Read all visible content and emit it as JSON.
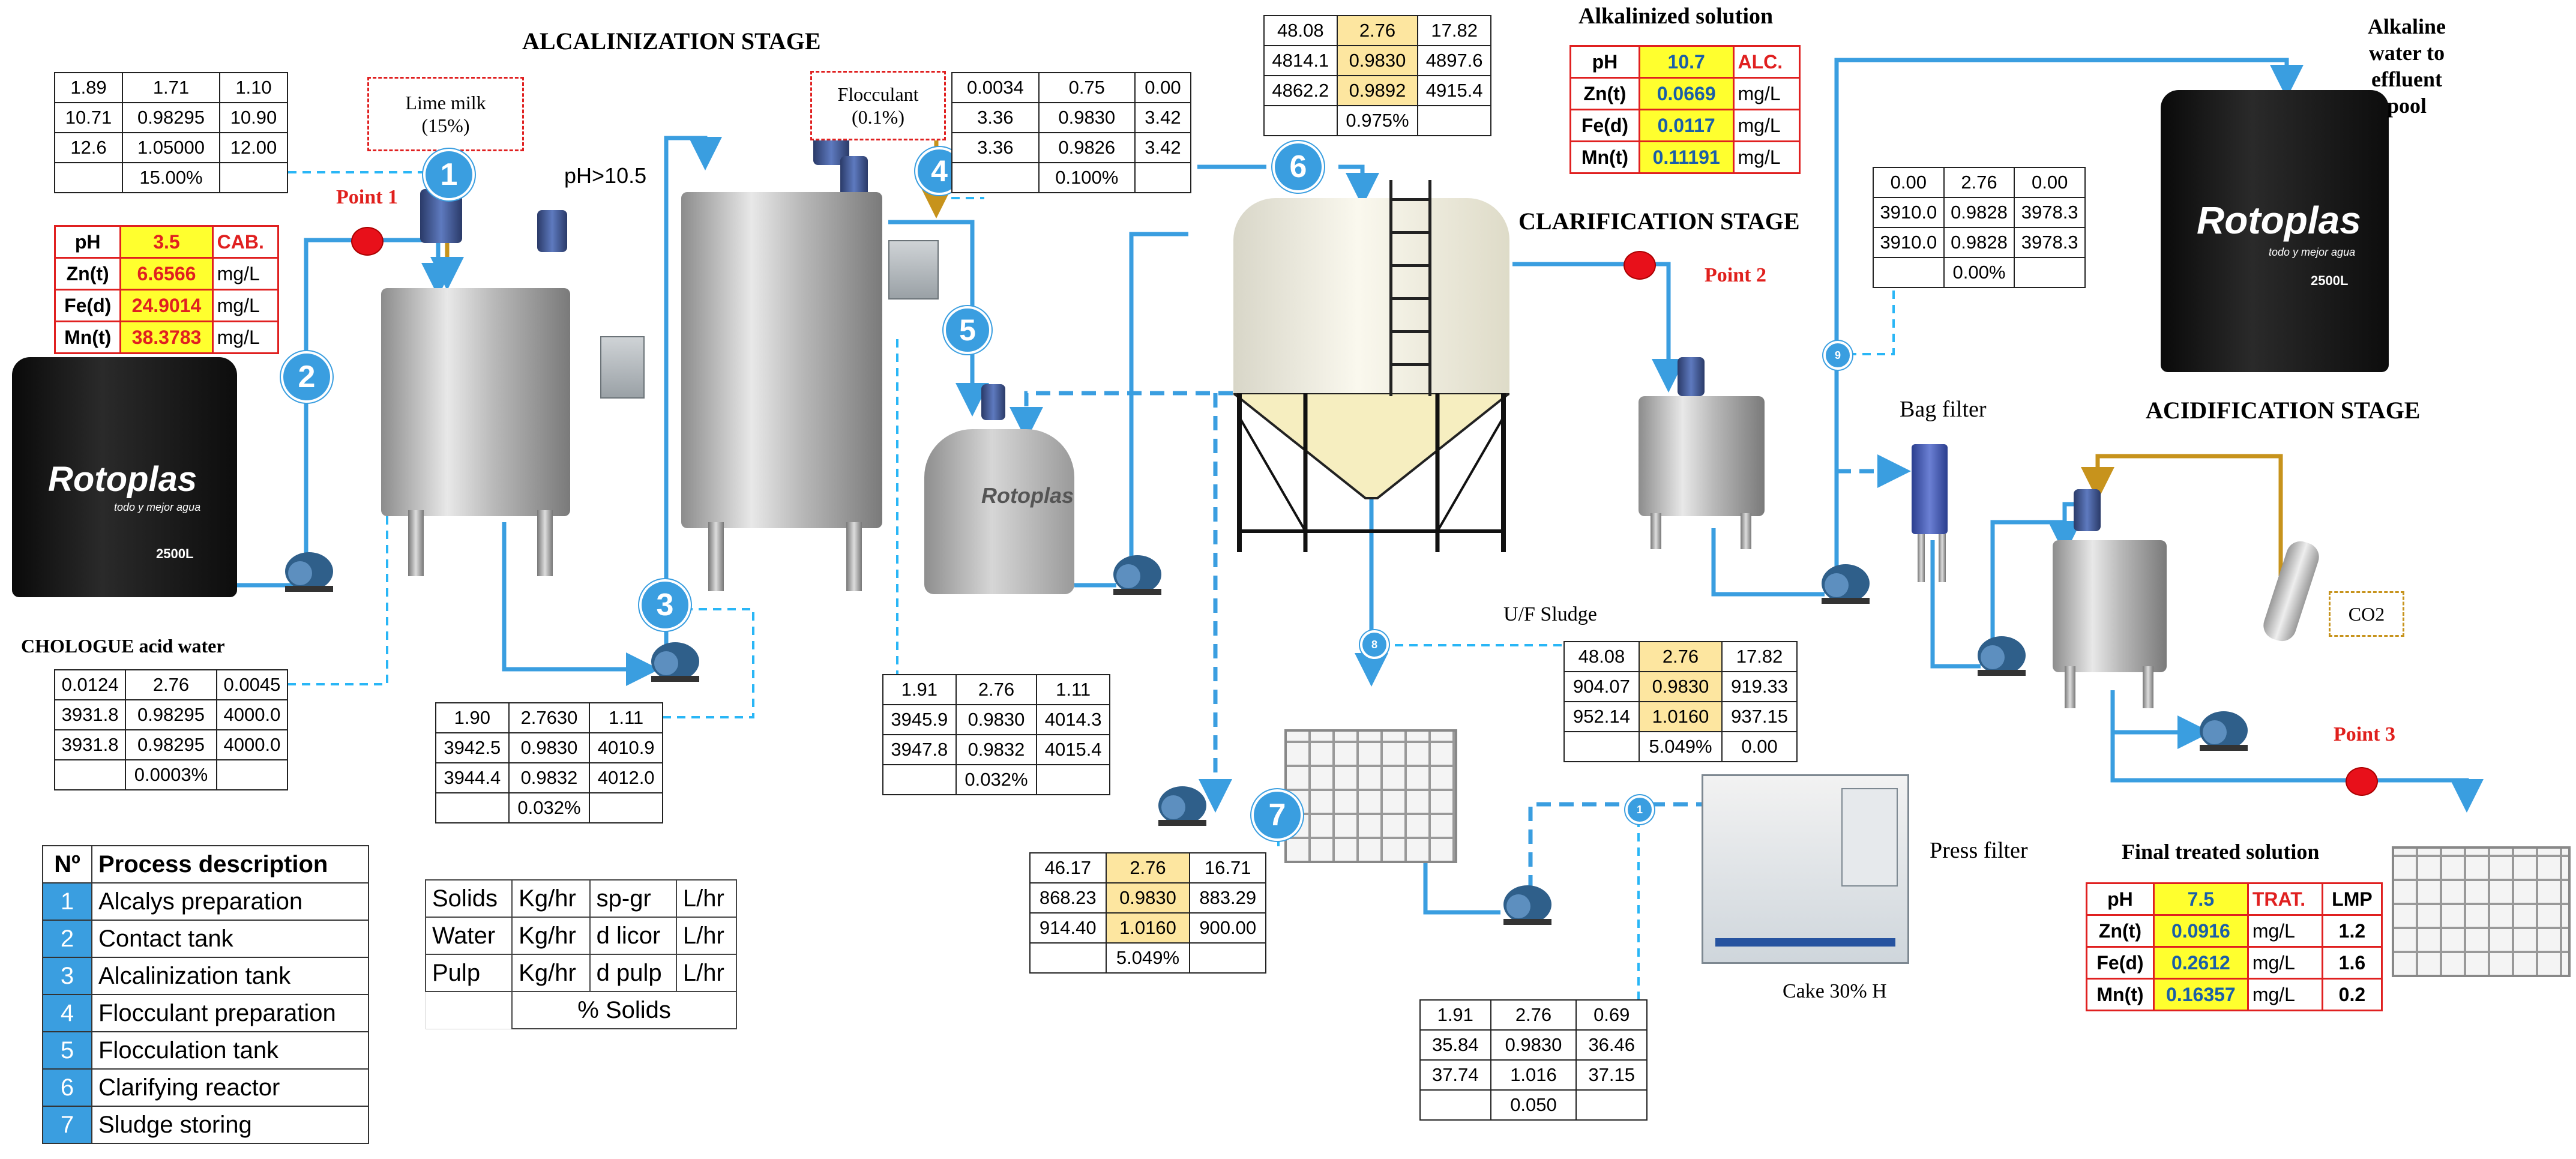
{
  "stages": {
    "alcalinization": "ALCALINIZATION STAGE",
    "clarification": "CLARIFICATION STAGE",
    "acidification": "ACIDIFICATION STAGE"
  },
  "labels": {
    "lime_milk": [
      "Lime milk",
      "(15%)"
    ],
    "flocculant": [
      "Flocculant",
      "(0.1%)"
    ],
    "ph_gt": "pH>10.5",
    "alkalized_solution": "Alkalinized solution",
    "alkaline_water": [
      "Alkaline",
      "water to",
      "effluent",
      "pool"
    ],
    "bag_filter": "Bag filter",
    "uf_sludge": "U/F Sludge",
    "press_filter": "Press filter",
    "cake": "Cake 30% H",
    "final_treated": "Final treated solution",
    "cholugue": "CHOLOGUE acid water",
    "co2": "CO2",
    "point1": "Point 1",
    "point2": "Point 2",
    "point3": "Point 3",
    "rotoplas": "Rotoplas",
    "rotoplas_sub": "todo y mejor agua",
    "capacity": "2500L"
  },
  "quality": {
    "head": {
      "rows": [
        {
          "k": "pH",
          "v": "3.5",
          "u": "CAB."
        },
        {
          "k": "Zn(t)",
          "v": "6.6566",
          "u": "mg/L"
        },
        {
          "k": "Fe(d)",
          "v": "24.9014",
          "u": "mg/L"
        },
        {
          "k": "Mn(t)",
          "v": "38.3783",
          "u": "mg/L"
        }
      ]
    },
    "alk": {
      "rows": [
        {
          "k": "pH",
          "v": "10.7",
          "u": "ALC."
        },
        {
          "k": "Zn(t)",
          "v": "0.0669",
          "u": "mg/L"
        },
        {
          "k": "Fe(d)",
          "v": "0.0117",
          "u": "mg/L"
        },
        {
          "k": "Mn(t)",
          "v": "0.11191",
          "u": "mg/L"
        }
      ]
    },
    "final": {
      "rows": [
        {
          "k": "pH",
          "v": "7.5",
          "u": "TRAT.",
          "l": "LMP"
        },
        {
          "k": "Zn(t)",
          "v": "0.0916",
          "u": "mg/L",
          "l": "1.2"
        },
        {
          "k": "Fe(d)",
          "v": "0.2612",
          "u": "mg/L",
          "l": "1.6"
        },
        {
          "k": "Mn(t)",
          "v": "0.16357",
          "u": "mg/L",
          "l": "0.2"
        }
      ]
    }
  },
  "balances": {
    "t_lime": [
      [
        "1.89",
        "1.71",
        "1.10"
      ],
      [
        "10.71",
        "0.98295",
        "10.90"
      ],
      [
        "12.6",
        "1.05000",
        "12.00"
      ],
      [
        "",
        "15.00%",
        ""
      ]
    ],
    "t_acid": [
      [
        "0.0124",
        "2.76",
        "0.0045"
      ],
      [
        "3931.8",
        "0.98295",
        "4000.0"
      ],
      [
        "3931.8",
        "0.98295",
        "4000.0"
      ],
      [
        "",
        "0.0003%",
        ""
      ]
    ],
    "t_alk": [
      [
        "1.90",
        "2.7630",
        "1.11"
      ],
      [
        "3942.5",
        "0.9830",
        "4010.9"
      ],
      [
        "3944.4",
        "0.9832",
        "4012.0"
      ],
      [
        "",
        "0.032%",
        ""
      ]
    ],
    "t_flocprep": [
      [
        "0.0034",
        "0.75",
        "0.00"
      ],
      [
        "3.36",
        "0.9830",
        "3.42"
      ],
      [
        "3.36",
        "0.9826",
        "3.42"
      ],
      [
        "",
        "0.100%",
        ""
      ]
    ],
    "t_floc": [
      [
        "1.91",
        "2.76",
        "1.11"
      ],
      [
        "3945.9",
        "0.9830",
        "4014.3"
      ],
      [
        "3947.8",
        "0.9832",
        "4015.4"
      ],
      [
        "",
        "0.032%",
        ""
      ]
    ],
    "t_clar": [
      [
        "48.08",
        "2.76",
        "17.82"
      ],
      [
        "4814.1",
        "0.9830",
        "4897.6"
      ],
      [
        "4862.2",
        "0.9892",
        "4915.4"
      ],
      [
        "",
        "0.975%",
        ""
      ]
    ],
    "t_sludge": [
      [
        "46.17",
        "2.76",
        "16.71"
      ],
      [
        "868.23",
        "0.9830",
        "883.29"
      ],
      [
        "914.40",
        "1.0160",
        "900.00"
      ],
      [
        "",
        "5.049%",
        ""
      ]
    ],
    "t_uf": [
      [
        "48.08",
        "2.76",
        "17.82"
      ],
      [
        "904.07",
        "0.9830",
        "919.33"
      ],
      [
        "952.14",
        "1.0160",
        "937.15"
      ],
      [
        "",
        "5.049%",
        "0.00"
      ]
    ],
    "t_press": [
      [
        "1.91",
        "2.76",
        "0.69"
      ],
      [
        "35.84",
        "0.9830",
        "36.46"
      ],
      [
        "37.74",
        "1.016",
        "37.15"
      ],
      [
        "",
        "0.050",
        ""
      ]
    ],
    "t_p9": [
      [
        "0.00",
        "2.76",
        "0.00"
      ],
      [
        "3910.0",
        "0.9828",
        "3978.3"
      ],
      [
        "3910.0",
        "0.9828",
        "3978.3"
      ],
      [
        "",
        "0.00%",
        ""
      ]
    ]
  },
  "process": {
    "header": [
      "Nº",
      "Process description"
    ],
    "items": [
      {
        "n": "1",
        "d": "Alcalys preparation"
      },
      {
        "n": "2",
        "d": "Contact tank"
      },
      {
        "n": "3",
        "d": "Alcalinization tank"
      },
      {
        "n": "4",
        "d": "Flocculant preparation"
      },
      {
        "n": "5",
        "d": "Flocculation tank"
      },
      {
        "n": "6",
        "d": "Clarifying reactor"
      },
      {
        "n": "7",
        "d": "Sludge storing"
      }
    ]
  },
  "legend": {
    "rows": [
      [
        "Solids",
        "Kg/hr",
        "sp-gr",
        "L/hr"
      ],
      [
        "Water",
        "Kg/hr",
        "d licor",
        "L/hr"
      ],
      [
        "Pulp",
        "Kg/hr",
        "d pulp",
        "L/hr"
      ]
    ],
    "footer": "% Solids"
  },
  "markers": [
    "1",
    "2",
    "3",
    "4",
    "5",
    "6",
    "7",
    "8",
    "9",
    "1"
  ],
  "colors": {
    "blue": "#3a9ee0",
    "gold": "#c7931c",
    "red": "#e02020",
    "yellow": "#ffff2e",
    "cream": "#fde6a0"
  }
}
